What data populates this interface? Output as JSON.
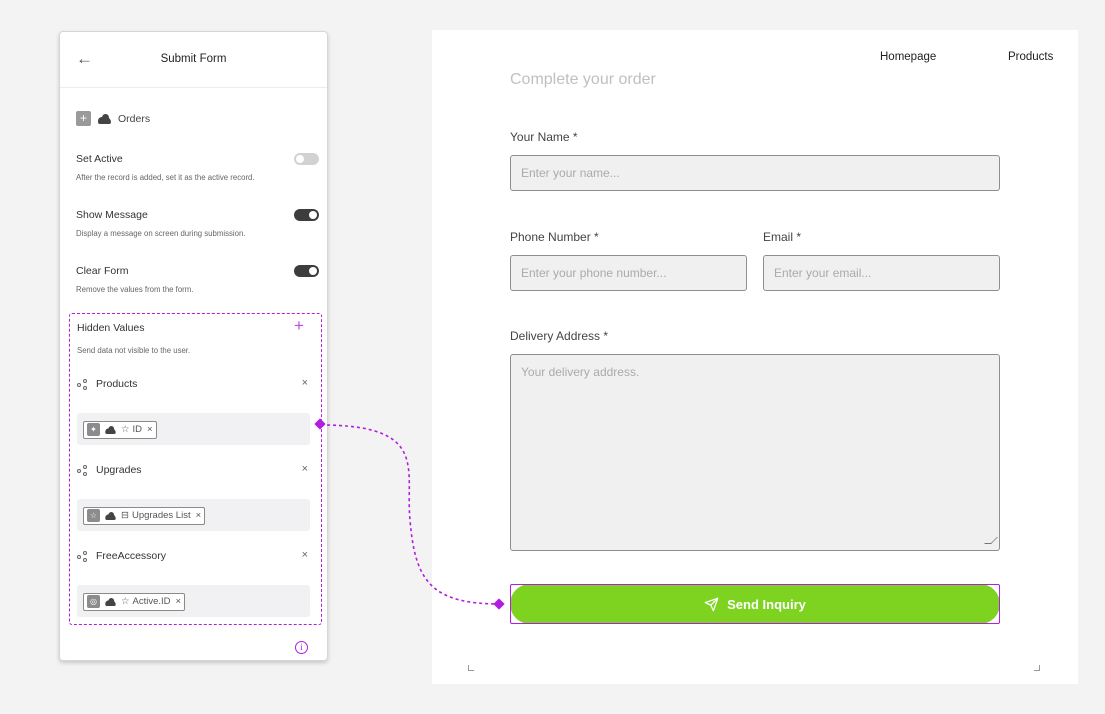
{
  "panel": {
    "title": "Submit Form",
    "source_label": "Orders",
    "options": [
      {
        "label": "Set Active",
        "description": "After the record is added, set it as the active record.",
        "enabled": false
      },
      {
        "label": "Show Message",
        "description": "Display a message on screen during submission.",
        "enabled": true
      },
      {
        "label": "Clear Form",
        "description": "Remove the values from the form.",
        "enabled": true
      }
    ],
    "hidden_values": {
      "title": "Hidden Values",
      "description": "Send data not visible to the user.",
      "items": [
        {
          "name": "Products",
          "chip_text": "ID",
          "chip_glyph": "☆"
        },
        {
          "name": "Upgrades",
          "chip_text": "Upgrades List",
          "chip_glyph": "⊟"
        },
        {
          "name": "FreeAccessory",
          "chip_text": "Active.ID",
          "chip_glyph": "☆"
        }
      ]
    }
  },
  "preview": {
    "nav": [
      "Homepage",
      "Products"
    ],
    "heading": "Complete your order",
    "fields": {
      "name": {
        "label": "Your Name *",
        "placeholder": "Enter your name..."
      },
      "phone": {
        "label": "Phone Number *",
        "placeholder": "Enter your phone number..."
      },
      "email": {
        "label": "Email *",
        "placeholder": "Enter your email..."
      },
      "address": {
        "label": "Delivery Address *",
        "placeholder": "Your delivery address."
      }
    },
    "submit_label": "Send Inquiry"
  },
  "colors": {
    "accent_purple": "#b01ee0",
    "button_green": "#7ed321",
    "toggle_on": "#3d3d3d",
    "toggle_off": "#d2d2d2"
  }
}
